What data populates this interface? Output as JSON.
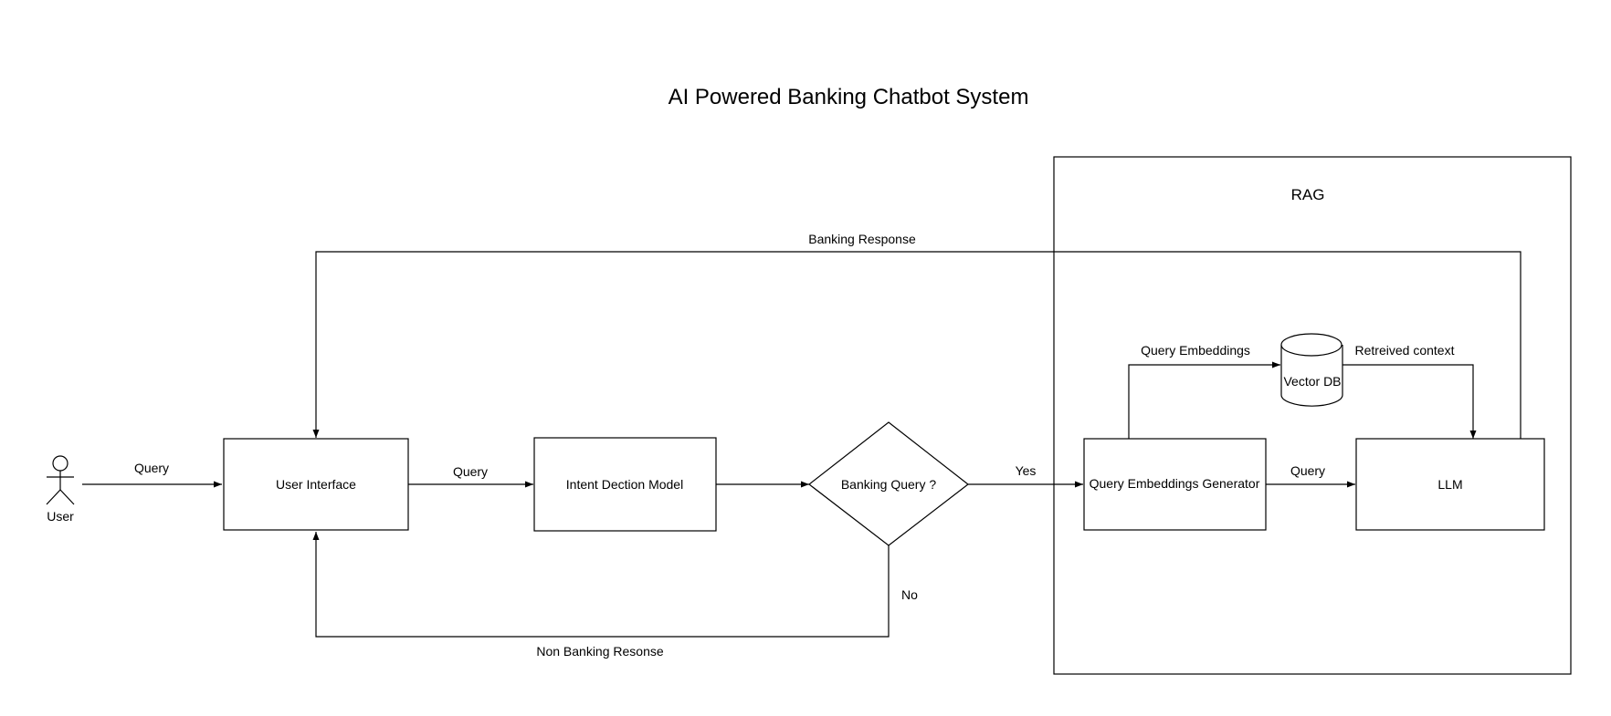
{
  "title": "AI Powered Banking Chatbot System",
  "group": {
    "label": "RAG"
  },
  "actor": {
    "label": "User"
  },
  "nodes": {
    "user_interface": "User Interface",
    "intent_model": "Intent Dection Model",
    "decision": "Banking Query ?",
    "embeddings_generator": "Query Embeddings Generator",
    "vector_db": "Vector DB",
    "llm": "LLM"
  },
  "edges": {
    "user_to_ui": "Query",
    "ui_to_intent": "Query",
    "decision_yes": "Yes",
    "decision_no": "No",
    "non_banking_response": "Non Banking Resonse",
    "banking_response": "Banking Response",
    "query_embeddings": "Query Embeddings",
    "retrieved_context": "Retreived context",
    "embeddings_to_llm": "Query"
  }
}
